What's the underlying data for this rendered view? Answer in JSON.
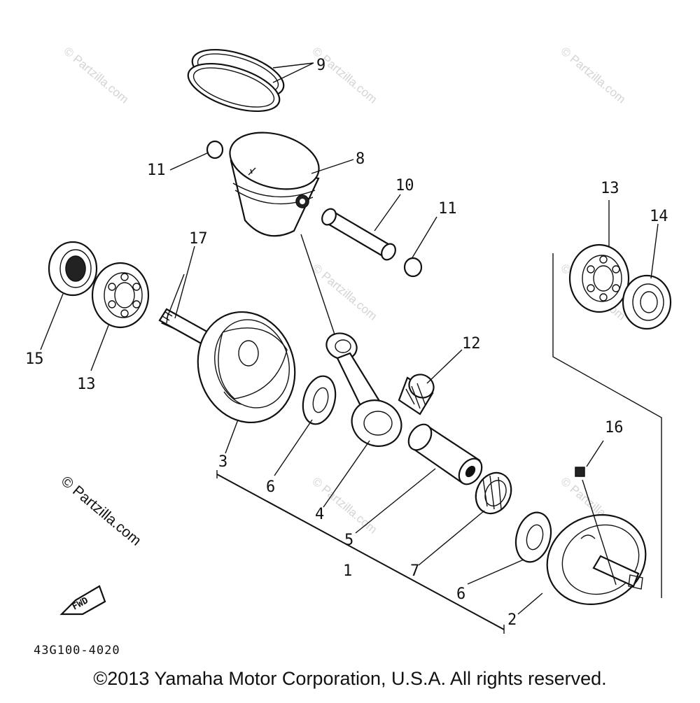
{
  "callouts": {
    "p1": "1",
    "p2": "2",
    "p3": "3",
    "p4": "4",
    "p5": "5",
    "p6a": "6",
    "p6b": "6",
    "p7": "7",
    "p8": "8",
    "p9": "9",
    "p10": "10",
    "p11a": "11",
    "p11b": "11",
    "p12": "12",
    "p13a": "13",
    "p13b": "13",
    "p14": "14",
    "p15": "15",
    "p16": "16",
    "p17": "17"
  },
  "diagram_code": "43G100-4020",
  "fwd_label": "FWD",
  "watermark": "© Partzilla.com",
  "copyright": "©2013 Yamaha Motor Corporation, U.S.A. All rights reserved."
}
